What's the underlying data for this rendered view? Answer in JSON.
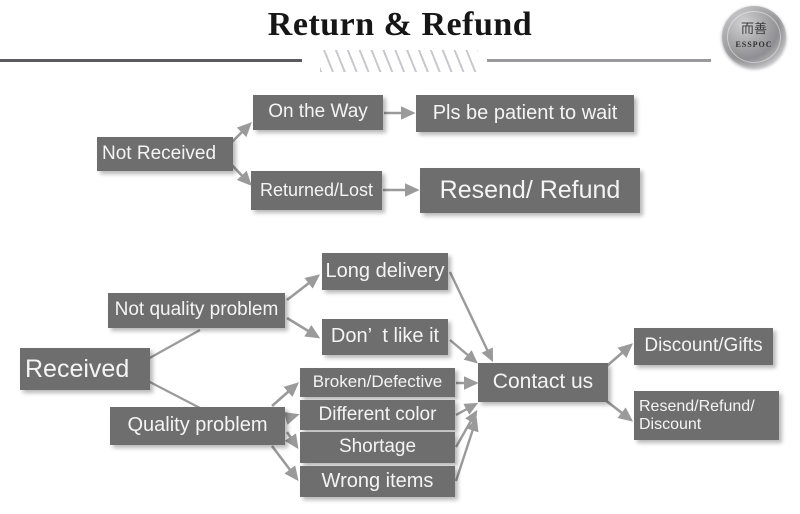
{
  "header": {
    "title": "Return & Refund",
    "logo": {
      "cn": "而善",
      "en": "ESSPOC",
      "name": "esspoc-logo"
    }
  },
  "flow_not_received": {
    "root": "Not Received",
    "nodes": [
      {
        "id": "on-the-way",
        "label": "On the Way"
      },
      {
        "id": "pls-be-patient",
        "label": "Pls be patient to wait"
      },
      {
        "id": "returned-lost",
        "label": "Returned/Lost"
      },
      {
        "id": "resend-refund",
        "label": "Resend/ Refund"
      }
    ]
  },
  "flow_received": {
    "root": "Received",
    "branches": [
      {
        "id": "not-quality-problem",
        "label": "Not quality problem"
      },
      {
        "id": "quality-problem",
        "label": "Quality problem"
      }
    ],
    "not_quality_reasons": [
      {
        "id": "long-delivery",
        "label": "Long delivery"
      },
      {
        "id": "dont-like-it",
        "label": "Don’  t like it"
      }
    ],
    "quality_reasons": [
      {
        "id": "broken-defective",
        "label": "Broken/Defective"
      },
      {
        "id": "different-color",
        "label": "Different color"
      },
      {
        "id": "shortage",
        "label": "Shortage"
      },
      {
        "id": "wrong-items",
        "label": "Wrong items"
      }
    ],
    "action": {
      "id": "contact-us",
      "label": "Contact us"
    },
    "outcomes": [
      {
        "id": "discount-gifts",
        "label": "Discount/Gifts"
      },
      {
        "id": "resend-refund-discount",
        "label": "Resend/Refund/\nDiscount"
      }
    ]
  },
  "colors": {
    "node_fill": "#6e6e6e",
    "node_text": "#f4f4f4",
    "arrow": "#9a9a9a",
    "rule_dark": "#5b5b5f",
    "rule_light": "#9a9a9e",
    "title": "#161616"
  }
}
